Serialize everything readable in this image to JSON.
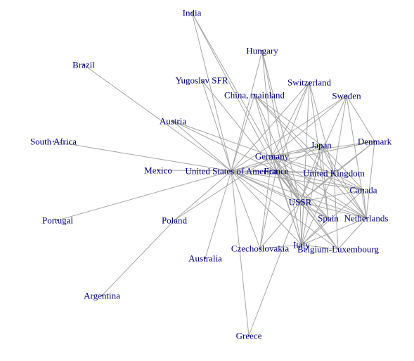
{
  "graph": {
    "nodes": [
      {
        "id": "india",
        "label": "India"
      },
      {
        "id": "brazil",
        "label": "Brazil"
      },
      {
        "id": "hungary",
        "label": "Hungary"
      },
      {
        "id": "yugoslav",
        "label": "Yugoslav SFR"
      },
      {
        "id": "switzerland",
        "label": "Switzerland"
      },
      {
        "id": "china",
        "label": "China, mainland"
      },
      {
        "id": "sweden",
        "label": "Sweden"
      },
      {
        "id": "austria",
        "label": "Austria"
      },
      {
        "id": "south_africa",
        "label": "South Africa"
      },
      {
        "id": "japan",
        "label": "Japan"
      },
      {
        "id": "denmark",
        "label": "Denmark"
      },
      {
        "id": "germany",
        "label": "Germany"
      },
      {
        "id": "mexico",
        "label": "Mexico"
      },
      {
        "id": "usa",
        "label": "United States of America"
      },
      {
        "id": "france",
        "label": "France"
      },
      {
        "id": "uk",
        "label": "United Kingdom"
      },
      {
        "id": "canada",
        "label": "Canada"
      },
      {
        "id": "ussr",
        "label": "USSR"
      },
      {
        "id": "portugal",
        "label": "Portugal"
      },
      {
        "id": "poland",
        "label": "Poland"
      },
      {
        "id": "spain",
        "label": "Spain"
      },
      {
        "id": "netherlands",
        "label": "Netherlands"
      },
      {
        "id": "italy",
        "label": "Italy"
      },
      {
        "id": "australia",
        "label": "Australia"
      },
      {
        "id": "czechoslovakia",
        "label": "Czechoslovakia"
      },
      {
        "id": "belgium_lux",
        "label": "Belgium-Luxembourg"
      },
      {
        "id": "argentina",
        "label": "Argentina"
      },
      {
        "id": "greece",
        "label": "Greece"
      }
    ],
    "edges": [
      [
        "india",
        "usa"
      ],
      [
        "india",
        "france"
      ],
      [
        "india",
        "ussr"
      ],
      [
        "brazil",
        "usa"
      ],
      [
        "hungary",
        "usa"
      ],
      [
        "hungary",
        "germany"
      ],
      [
        "hungary",
        "ussr"
      ],
      [
        "hungary",
        "italy"
      ],
      [
        "yugoslav",
        "usa"
      ],
      [
        "yugoslav",
        "ussr"
      ],
      [
        "switzerland",
        "usa"
      ],
      [
        "switzerland",
        "germany"
      ],
      [
        "switzerland",
        "france"
      ],
      [
        "switzerland",
        "uk"
      ],
      [
        "switzerland",
        "italy"
      ],
      [
        "switzerland",
        "spain"
      ],
      [
        "china",
        "usa"
      ],
      [
        "china",
        "germany"
      ],
      [
        "china",
        "japan"
      ],
      [
        "china",
        "ussr"
      ],
      [
        "china",
        "uk"
      ],
      [
        "china",
        "netherlands"
      ],
      [
        "sweden",
        "usa"
      ],
      [
        "sweden",
        "germany"
      ],
      [
        "sweden",
        "uk"
      ],
      [
        "sweden",
        "ussr"
      ],
      [
        "sweden",
        "netherlands"
      ],
      [
        "sweden",
        "denmark"
      ],
      [
        "austria",
        "usa"
      ],
      [
        "austria",
        "germany"
      ],
      [
        "austria",
        "france"
      ],
      [
        "south_africa",
        "usa"
      ],
      [
        "japan",
        "usa"
      ],
      [
        "japan",
        "germany"
      ],
      [
        "japan",
        "france"
      ],
      [
        "japan",
        "uk"
      ],
      [
        "japan",
        "canada"
      ],
      [
        "japan",
        "netherlands"
      ],
      [
        "japan",
        "italy"
      ],
      [
        "japan",
        "ussr"
      ],
      [
        "japan",
        "spain"
      ],
      [
        "denmark",
        "usa"
      ],
      [
        "denmark",
        "germany"
      ],
      [
        "denmark",
        "uk"
      ],
      [
        "denmark",
        "netherlands"
      ],
      [
        "denmark",
        "ussr"
      ],
      [
        "germany",
        "france"
      ],
      [
        "germany",
        "uk"
      ],
      [
        "germany",
        "ussr"
      ],
      [
        "germany",
        "netherlands"
      ],
      [
        "germany",
        "italy"
      ],
      [
        "germany",
        "belgium_lux"
      ],
      [
        "germany",
        "spain"
      ],
      [
        "germany",
        "czechoslovakia"
      ],
      [
        "germany",
        "canada"
      ],
      [
        "germany",
        "poland"
      ],
      [
        "mexico",
        "usa"
      ],
      [
        "usa",
        "france"
      ],
      [
        "usa",
        "uk"
      ],
      [
        "usa",
        "canada"
      ],
      [
        "usa",
        "ussr"
      ],
      [
        "usa",
        "netherlands"
      ],
      [
        "usa",
        "italy"
      ],
      [
        "usa",
        "belgium_lux"
      ],
      [
        "usa",
        "spain"
      ],
      [
        "usa",
        "australia"
      ],
      [
        "usa",
        "portugal"
      ],
      [
        "usa",
        "poland"
      ],
      [
        "usa",
        "czechoslovakia"
      ],
      [
        "usa",
        "greece"
      ],
      [
        "france",
        "uk"
      ],
      [
        "france",
        "ussr"
      ],
      [
        "france",
        "italy"
      ],
      [
        "france",
        "belgium_lux"
      ],
      [
        "france",
        "spain"
      ],
      [
        "france",
        "netherlands"
      ],
      [
        "france",
        "canada"
      ],
      [
        "france",
        "czechoslovakia"
      ],
      [
        "uk",
        "canada"
      ],
      [
        "uk",
        "ussr"
      ],
      [
        "uk",
        "netherlands"
      ],
      [
        "uk",
        "italy"
      ],
      [
        "uk",
        "belgium_lux"
      ],
      [
        "canada",
        "ussr"
      ],
      [
        "canada",
        "italy"
      ],
      [
        "canada",
        "netherlands"
      ],
      [
        "ussr",
        "italy"
      ],
      [
        "ussr",
        "czechoslovakia"
      ],
      [
        "ussr",
        "spain"
      ],
      [
        "ussr",
        "netherlands"
      ],
      [
        "ussr",
        "belgium_lux"
      ],
      [
        "ussr",
        "greece"
      ],
      [
        "poland",
        "argentina"
      ],
      [
        "spain",
        "italy"
      ],
      [
        "netherlands",
        "italy"
      ],
      [
        "netherlands",
        "belgium_lux"
      ],
      [
        "czechoslovakia",
        "italy"
      ],
      [
        "italy",
        "belgium_lux"
      ]
    ]
  }
}
